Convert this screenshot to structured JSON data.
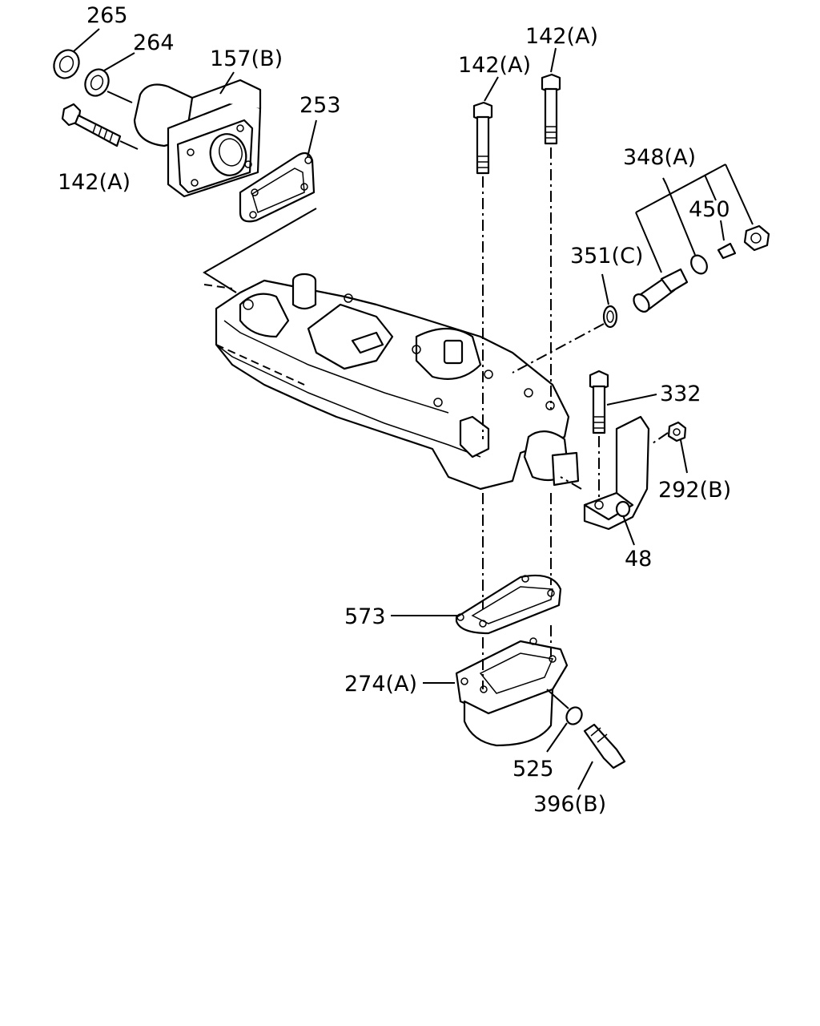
{
  "callouts": {
    "p265": "265",
    "p264": "264",
    "p157b": "157(B)",
    "p253": "253",
    "p142a_left": "142(A)",
    "p142a_mid": "142(A)",
    "p142a_top": "142(A)",
    "p348a": "348(A)",
    "p450": "450",
    "p351c": "351(C)",
    "p332": "332",
    "p292b": "292(B)",
    "p48": "48",
    "p573": "573",
    "p274a": "274(A)",
    "p525": "525",
    "p396b": "396(B)"
  }
}
